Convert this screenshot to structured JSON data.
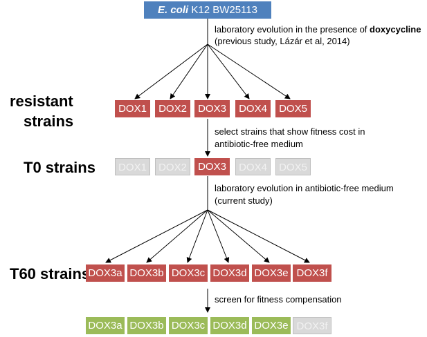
{
  "colors": {
    "blue": "#4f81bd",
    "red": "#c0504d",
    "green": "#9bbb59",
    "gray": "#d9d9d9"
  },
  "top_node": {
    "species": "E. coli",
    "strain": " K12 BW25113"
  },
  "annotations": {
    "evolution_dox_line1_prefix": "laboratory evolution in the presence of ",
    "evolution_dox_line1_bold": "doxycycline",
    "evolution_dox_line2": "(previous study, Lázár et al, 2014)",
    "select_line1": "select strains that show fitness cost in",
    "select_line2": "antibiotic-free medium",
    "evolution_free_line1": "laboratory evolution in antibiotic-free medium",
    "evolution_free_line2": "(current study)",
    "screen": "screen for fitness compensation"
  },
  "row_labels": {
    "resistant_line1": "resistant",
    "resistant_line2": "strains",
    "t0": "T0 strains",
    "t60": "T60 strains"
  },
  "resistant_strains": [
    {
      "label": "DOX1",
      "state": "red"
    },
    {
      "label": "DOX2",
      "state": "red"
    },
    {
      "label": "DOX3",
      "state": "red"
    },
    {
      "label": "DOX4",
      "state": "red"
    },
    {
      "label": "DOX5",
      "state": "red"
    }
  ],
  "t0_strains": [
    {
      "label": "DOX1",
      "state": "gray"
    },
    {
      "label": "DOX2",
      "state": "gray"
    },
    {
      "label": "DOX3",
      "state": "red"
    },
    {
      "label": "DOX4",
      "state": "gray"
    },
    {
      "label": "DOX5",
      "state": "gray"
    }
  ],
  "t60_strains": [
    {
      "label": "DOX3a",
      "state": "red"
    },
    {
      "label": "DOX3b",
      "state": "red"
    },
    {
      "label": "DOX3c",
      "state": "red"
    },
    {
      "label": "DOX3d",
      "state": "red"
    },
    {
      "label": "DOX3e",
      "state": "red"
    },
    {
      "label": "DOX3f",
      "state": "red"
    }
  ],
  "final_strains": [
    {
      "label": "DOX3a",
      "state": "green"
    },
    {
      "label": "DOX3b",
      "state": "green"
    },
    {
      "label": "DOX3c",
      "state": "green"
    },
    {
      "label": "DOX3d",
      "state": "green"
    },
    {
      "label": "DOX3e",
      "state": "green"
    },
    {
      "label": "DOX3f",
      "state": "gray"
    }
  ]
}
